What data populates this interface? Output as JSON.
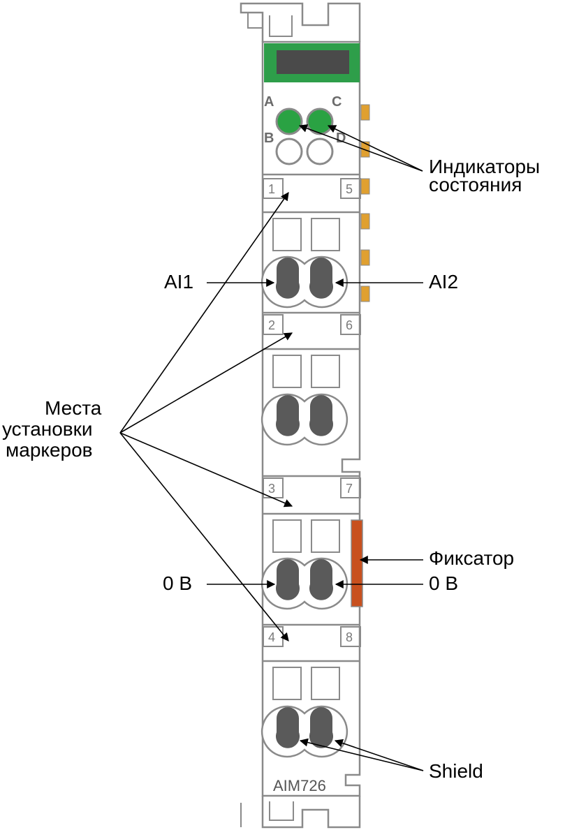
{
  "module": {
    "model": "AIM726",
    "led_labels": [
      "A",
      "B",
      "C",
      "D"
    ],
    "colors": {
      "body_stroke": "#8a8a8a",
      "display_frame": "#2e9e4a",
      "display_screen": "#4a4a4a",
      "led_on": "#2aa243",
      "latch": "#c8501e",
      "contacts": "#e0a030",
      "screw": "#5a5a5a"
    },
    "blocks": [
      {
        "left": "1",
        "right": "5"
      },
      {
        "left": "2",
        "right": "6"
      },
      {
        "left": "3",
        "right": "7"
      },
      {
        "left": "4",
        "right": "8"
      }
    ]
  },
  "callouts": {
    "status_leds": [
      "Индикаторы",
      "состояния"
    ],
    "ai1": "AI1",
    "ai2": "AI2",
    "markers": [
      "Места",
      "установки",
      "маркеров"
    ],
    "latch": "Фиксатор",
    "zero_left": "0 В",
    "zero_right": "0 В",
    "shield": "Shield"
  }
}
